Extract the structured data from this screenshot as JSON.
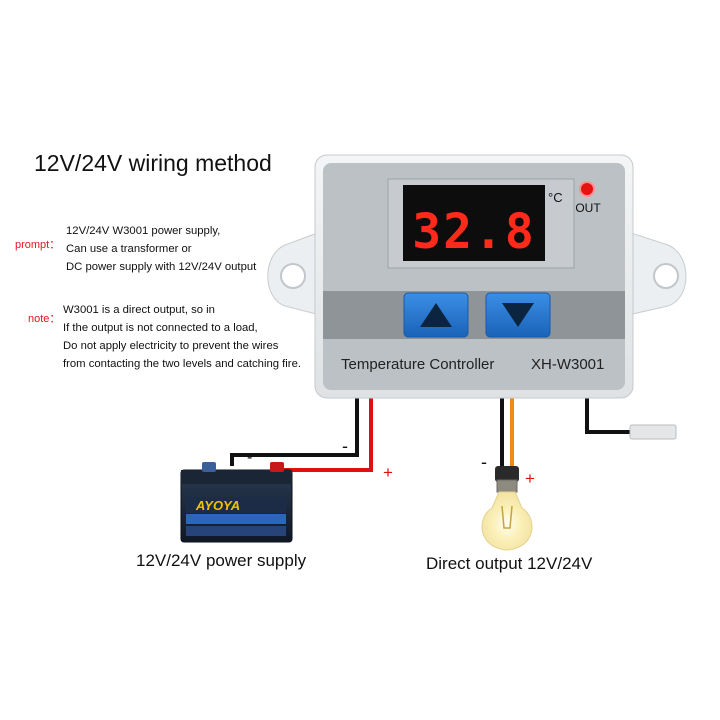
{
  "title": "12V/24V wiring method",
  "prompt": {
    "label": "prompt：",
    "lines": [
      "12V/24V W3001 power supply,",
      "Can use a transformer or",
      "DC power supply with 12V/24V output"
    ]
  },
  "note": {
    "label": "note：",
    "lines": [
      "W3001 is a direct output, so in",
      "If the output is not connected to a load,",
      "Do not apply electricity to prevent the wires",
      "from contacting the two levels and catching fire."
    ]
  },
  "controller": {
    "display_value": "32.8",
    "unit": "°C",
    "indicator_label": "OUT",
    "label": "Temperature Controller",
    "model": "XH-W3001",
    "colors": {
      "body": "#e9ecee",
      "panel": "#b9bec3",
      "band": "#8e9398",
      "display": "#101010",
      "digits": "#ff2a1a",
      "button": "#1f76d2"
    }
  },
  "battery": {
    "brand": "AYOYA",
    "caption": "12V/24V power supply",
    "minus": "-",
    "plus": "+"
  },
  "bulb": {
    "caption": "Direct output 12V/24V",
    "minus": "-",
    "plus": "+"
  },
  "controller_minus": "-"
}
